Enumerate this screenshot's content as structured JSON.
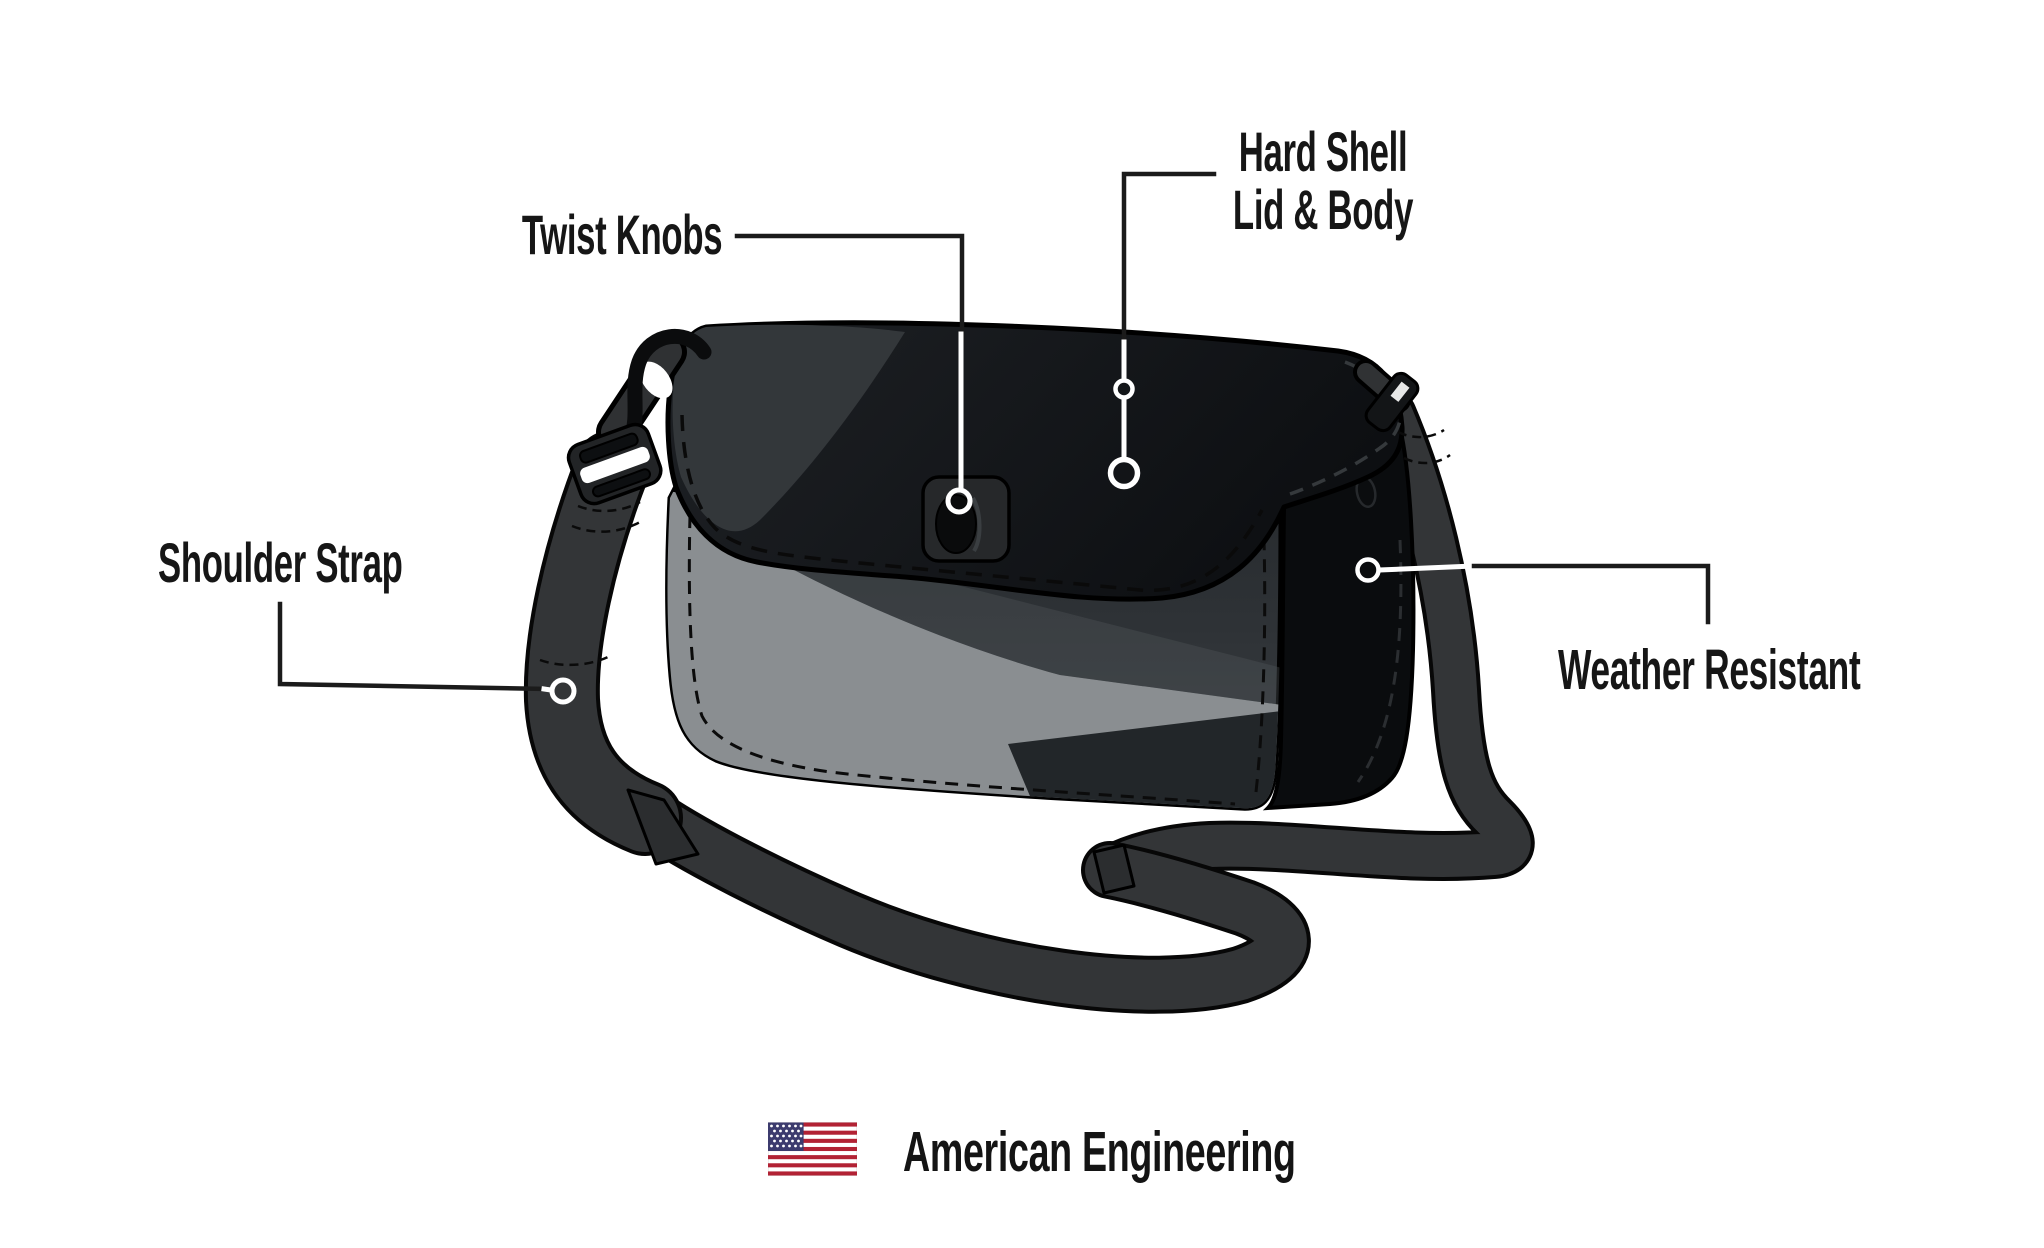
{
  "callouts": {
    "twist_knobs": {
      "label": "Twist Knobs"
    },
    "hard_shell": {
      "line1": "Hard Shell",
      "line2": "Lid & Body"
    },
    "shoulder_strap": {
      "label": "Shoulder Strap"
    },
    "weather_resistant": {
      "label": "Weather Resistant"
    }
  },
  "footer": {
    "caption": "American Engineering",
    "flag_icon_name": "us-flag-icon"
  },
  "illustration": {
    "subject": "hard shell crossbody bag with shoulder strap"
  },
  "colors": {
    "ink": "#1b1b1b",
    "marker_ring": "#ffffff",
    "strap": "#333537",
    "lid": "#141619",
    "lid_facet": "#33373a",
    "side_panel": "#0a0c0e",
    "panel_dark": "#2c3033",
    "panel_light": "#8a8e91",
    "flag_red": "#B22234",
    "flag_blue": "#3C3B6E"
  }
}
